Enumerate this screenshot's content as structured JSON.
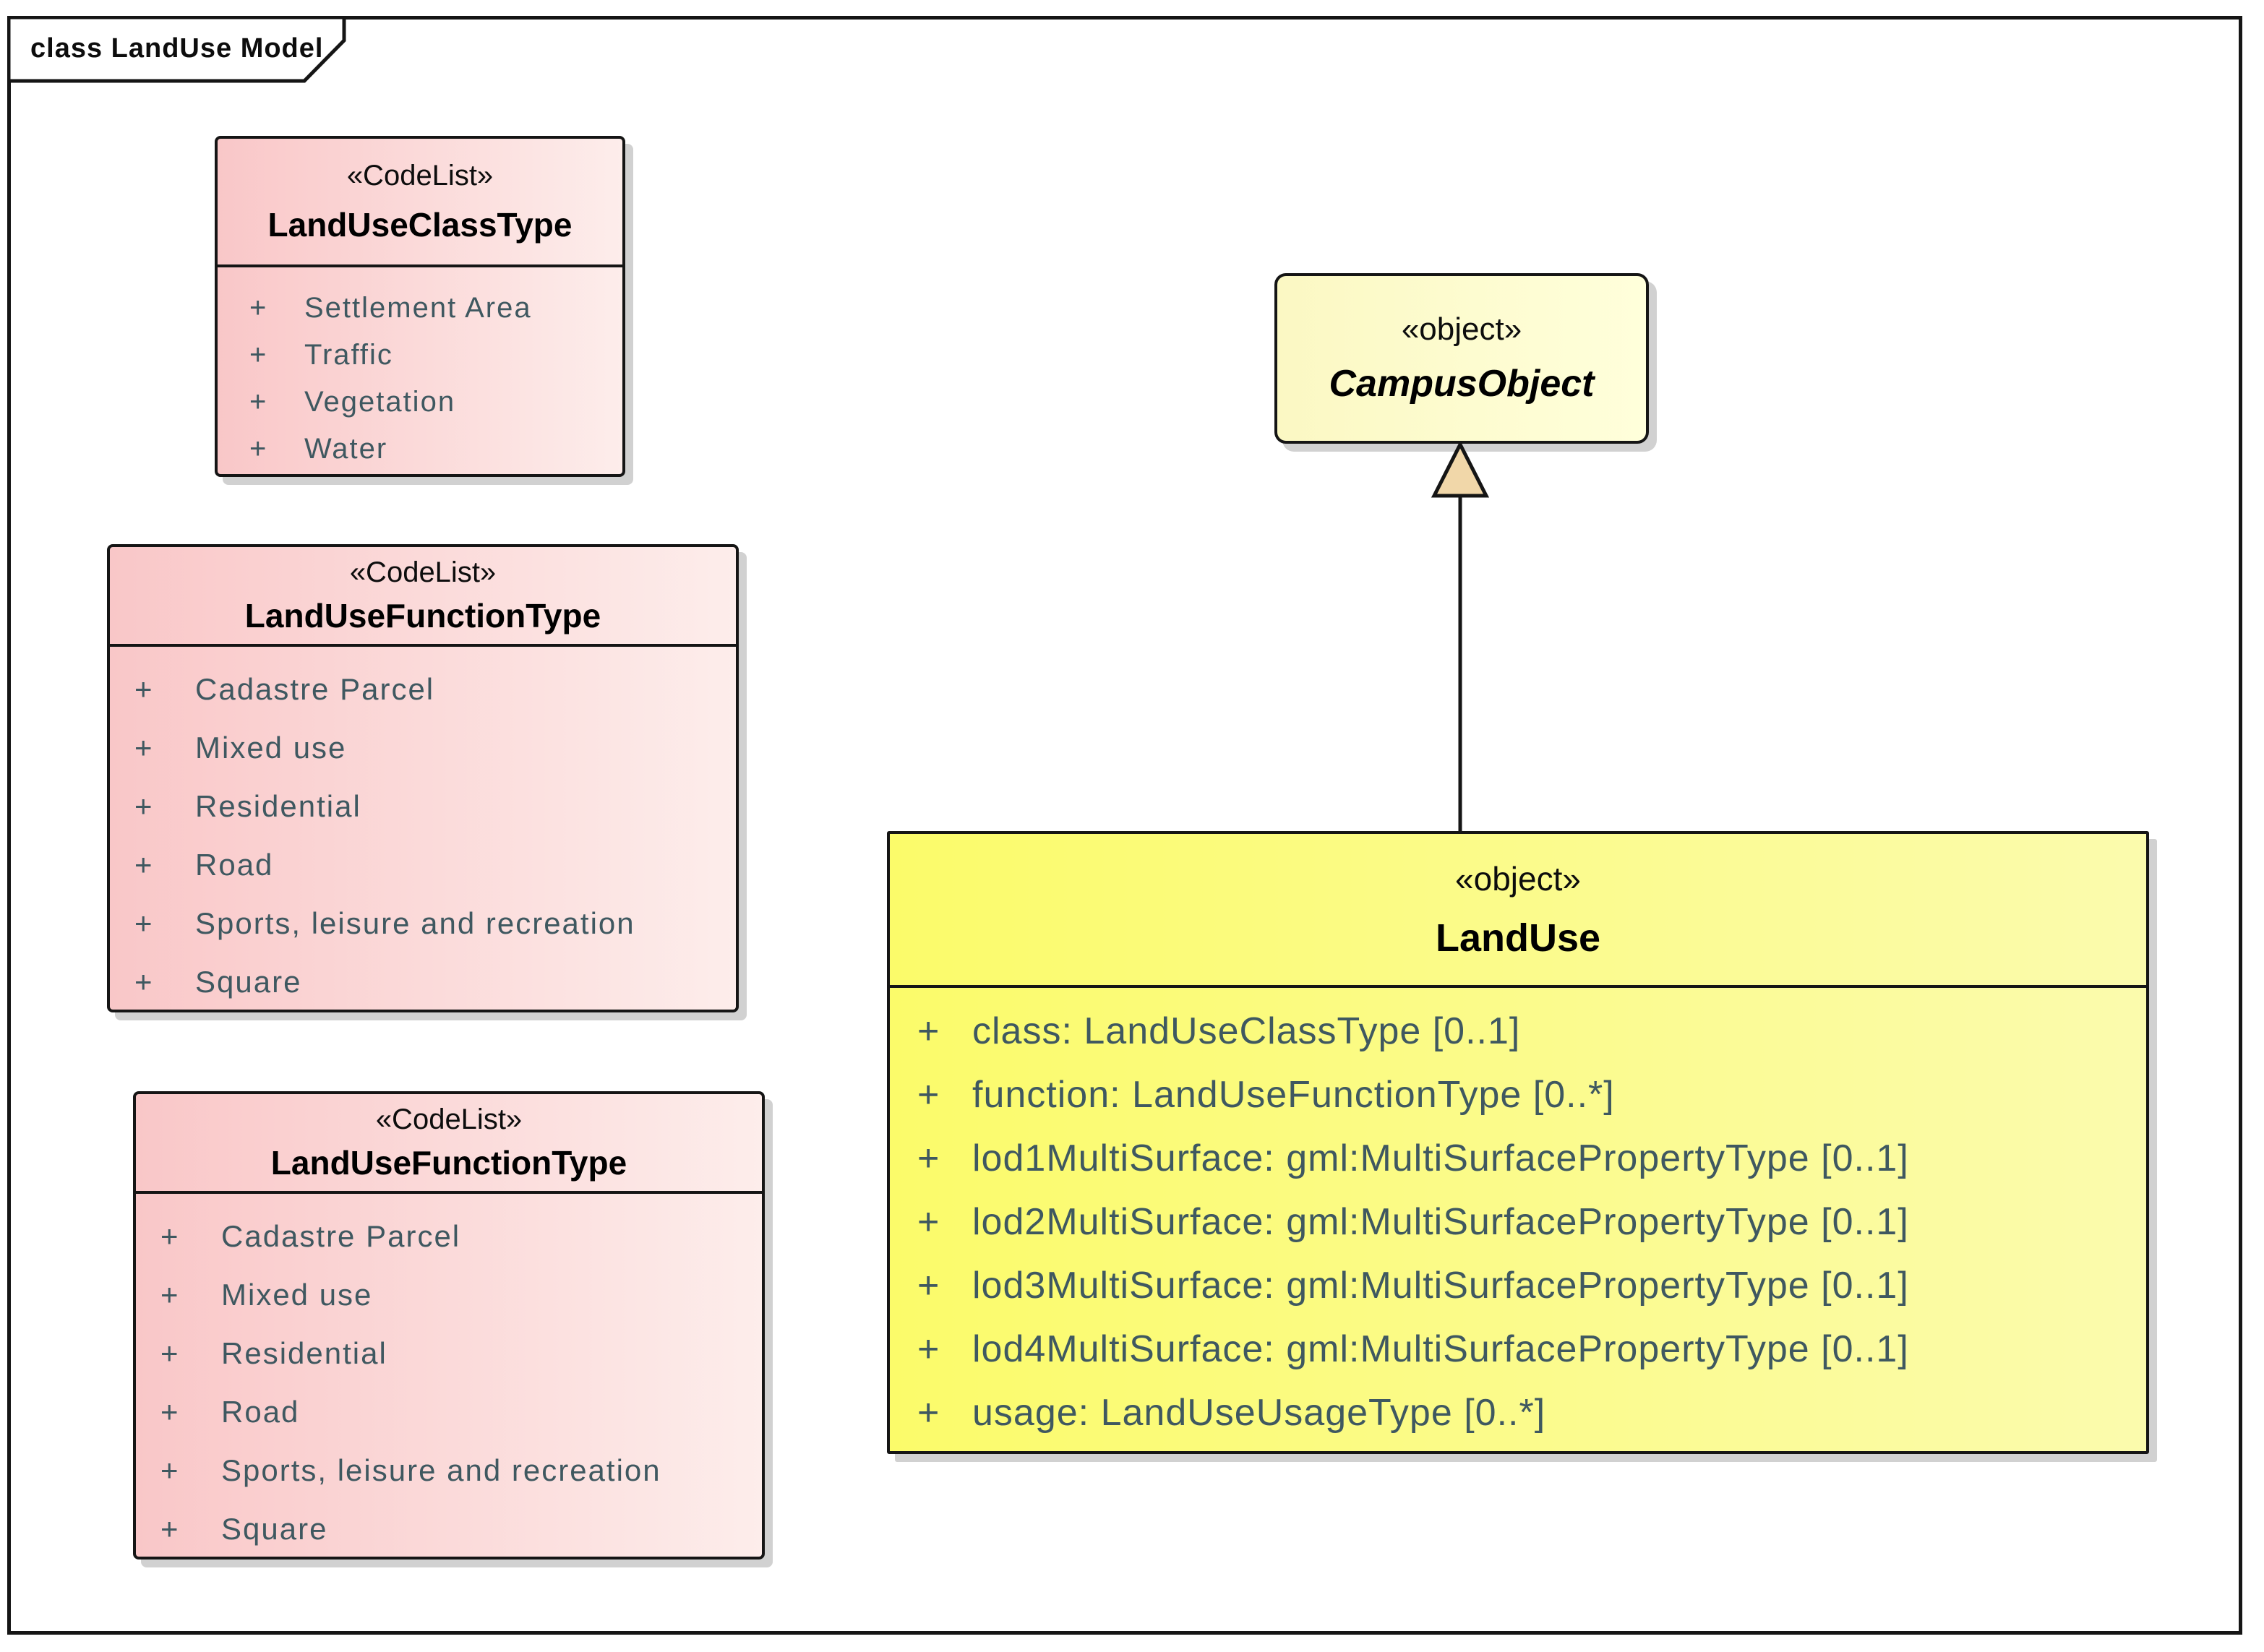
{
  "frame": {
    "title": "class LandUse Model"
  },
  "colors": {
    "border": "#151515",
    "pink_left": "#f9c7c8",
    "pink_right": "#fdedeb",
    "yellow_left": "#fbfb6a",
    "yellow_right": "#fbfbad",
    "cream_left": "#fbf8c3",
    "cream_right": "#ffffdb",
    "attr_text": "#3f5860",
    "arrow_fill": "#f1d7a9",
    "shadow": "rgba(0,0,0,0.18)"
  },
  "codelists": [
    {
      "stereotype": "«CodeList»",
      "name": "LandUseClassType",
      "items": [
        {
          "vis": "+",
          "text": "Settlement Area"
        },
        {
          "vis": "+",
          "text": "Traffic"
        },
        {
          "vis": "+",
          "text": "Vegetation"
        },
        {
          "vis": "+",
          "text": "Water"
        }
      ]
    },
    {
      "stereotype": "«CodeList»",
      "name": "LandUseFunctionType",
      "items": [
        {
          "vis": "+",
          "text": "Cadastre Parcel"
        },
        {
          "vis": "+",
          "text": "Mixed use"
        },
        {
          "vis": "+",
          "text": "Residential"
        },
        {
          "vis": "+",
          "text": "Road"
        },
        {
          "vis": "+",
          "text": "Sports, leisure and recreation"
        },
        {
          "vis": "+",
          "text": "Square"
        }
      ]
    },
    {
      "stereotype": "«CodeList»",
      "name": "LandUseFunctionType",
      "items": [
        {
          "vis": "+",
          "text": "Cadastre Parcel"
        },
        {
          "vis": "+",
          "text": "Mixed use"
        },
        {
          "vis": "+",
          "text": "Residential"
        },
        {
          "vis": "+",
          "text": "Road"
        },
        {
          "vis": "+",
          "text": "Sports, leisure and recreation"
        },
        {
          "vis": "+",
          "text": "Square"
        }
      ]
    }
  ],
  "objects": {
    "campus": {
      "stereotype": "«object»",
      "name": "CampusObject"
    },
    "landuse": {
      "stereotype": "«object»",
      "name": "LandUse",
      "attributes": [
        {
          "vis": "+",
          "text": "class: LandUseClassType [0..1]"
        },
        {
          "vis": "+",
          "text": "function: LandUseFunctionType [0..*]"
        },
        {
          "vis": "+",
          "text": "lod1MultiSurface: gml:MultiSurfacePropertyType [0..1]"
        },
        {
          "vis": "+",
          "text": "lod2MultiSurface: gml:MultiSurfacePropertyType [0..1]"
        },
        {
          "vis": "+",
          "text": "lod3MultiSurface: gml:MultiSurfacePropertyType [0..1]"
        },
        {
          "vis": "+",
          "text": "lod4MultiSurface: gml:MultiSurfacePropertyType [0..1]"
        },
        {
          "vis": "+",
          "text": "usage: LandUseUsageType [0..*]"
        }
      ]
    }
  },
  "relationship": {
    "type": "generalization",
    "from": "LandUse",
    "to": "CampusObject"
  }
}
